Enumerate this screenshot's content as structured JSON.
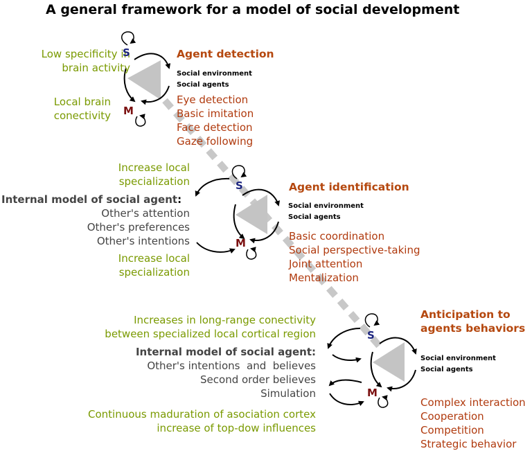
{
  "title": "A general framework for a model of social development",
  "stage1": {
    "title": "Agent detection",
    "left_top": [
      "Low specificity in",
      "brain activity"
    ],
    "left_bottom": [
      "Local brain",
      "conectivity"
    ],
    "env": [
      "Social environment",
      "Social agents"
    ],
    "behaviors": [
      "Eye detection",
      "Basic imitation",
      "Face detection",
      "Gaze following"
    ],
    "s_label": "S",
    "m_label": "M"
  },
  "stage2": {
    "title": "Agent identification",
    "left_top": [
      "Increase local",
      "specialization"
    ],
    "model_title": "Internal model of social agent",
    "model_colon": ":",
    "model_items": [
      "Other's attention",
      "Other's preferences",
      "Other's intentions"
    ],
    "left_bottom": [
      "Increase local",
      "specialization"
    ],
    "env": [
      "Social environment",
      "Social agents"
    ],
    "behaviors": [
      "Basic coordination",
      "Social perspective-taking",
      "Joint attention",
      "Mentalization"
    ],
    "s_label": "S",
    "m_label": "M"
  },
  "stage3": {
    "title": [
      "Anticipation to",
      "agents behaviors"
    ],
    "left_top": [
      "Increases in long-range conectivity",
      "between specialized local cortical region"
    ],
    "model_title": "Internal model of social agent:",
    "model_items": [
      "Other's intentions  and  believes",
      "Second order believes",
      "Simulation"
    ],
    "left_bottom": [
      "Continuous maduration of asociation cortex",
      "increase of top-dow influences"
    ],
    "env": [
      "Social environment",
      "Social agents"
    ],
    "behaviors": [
      "Complex interaction",
      "Cooperation",
      "Competition",
      "Strategic behavior"
    ],
    "s_label": "S",
    "m_label": "M"
  }
}
